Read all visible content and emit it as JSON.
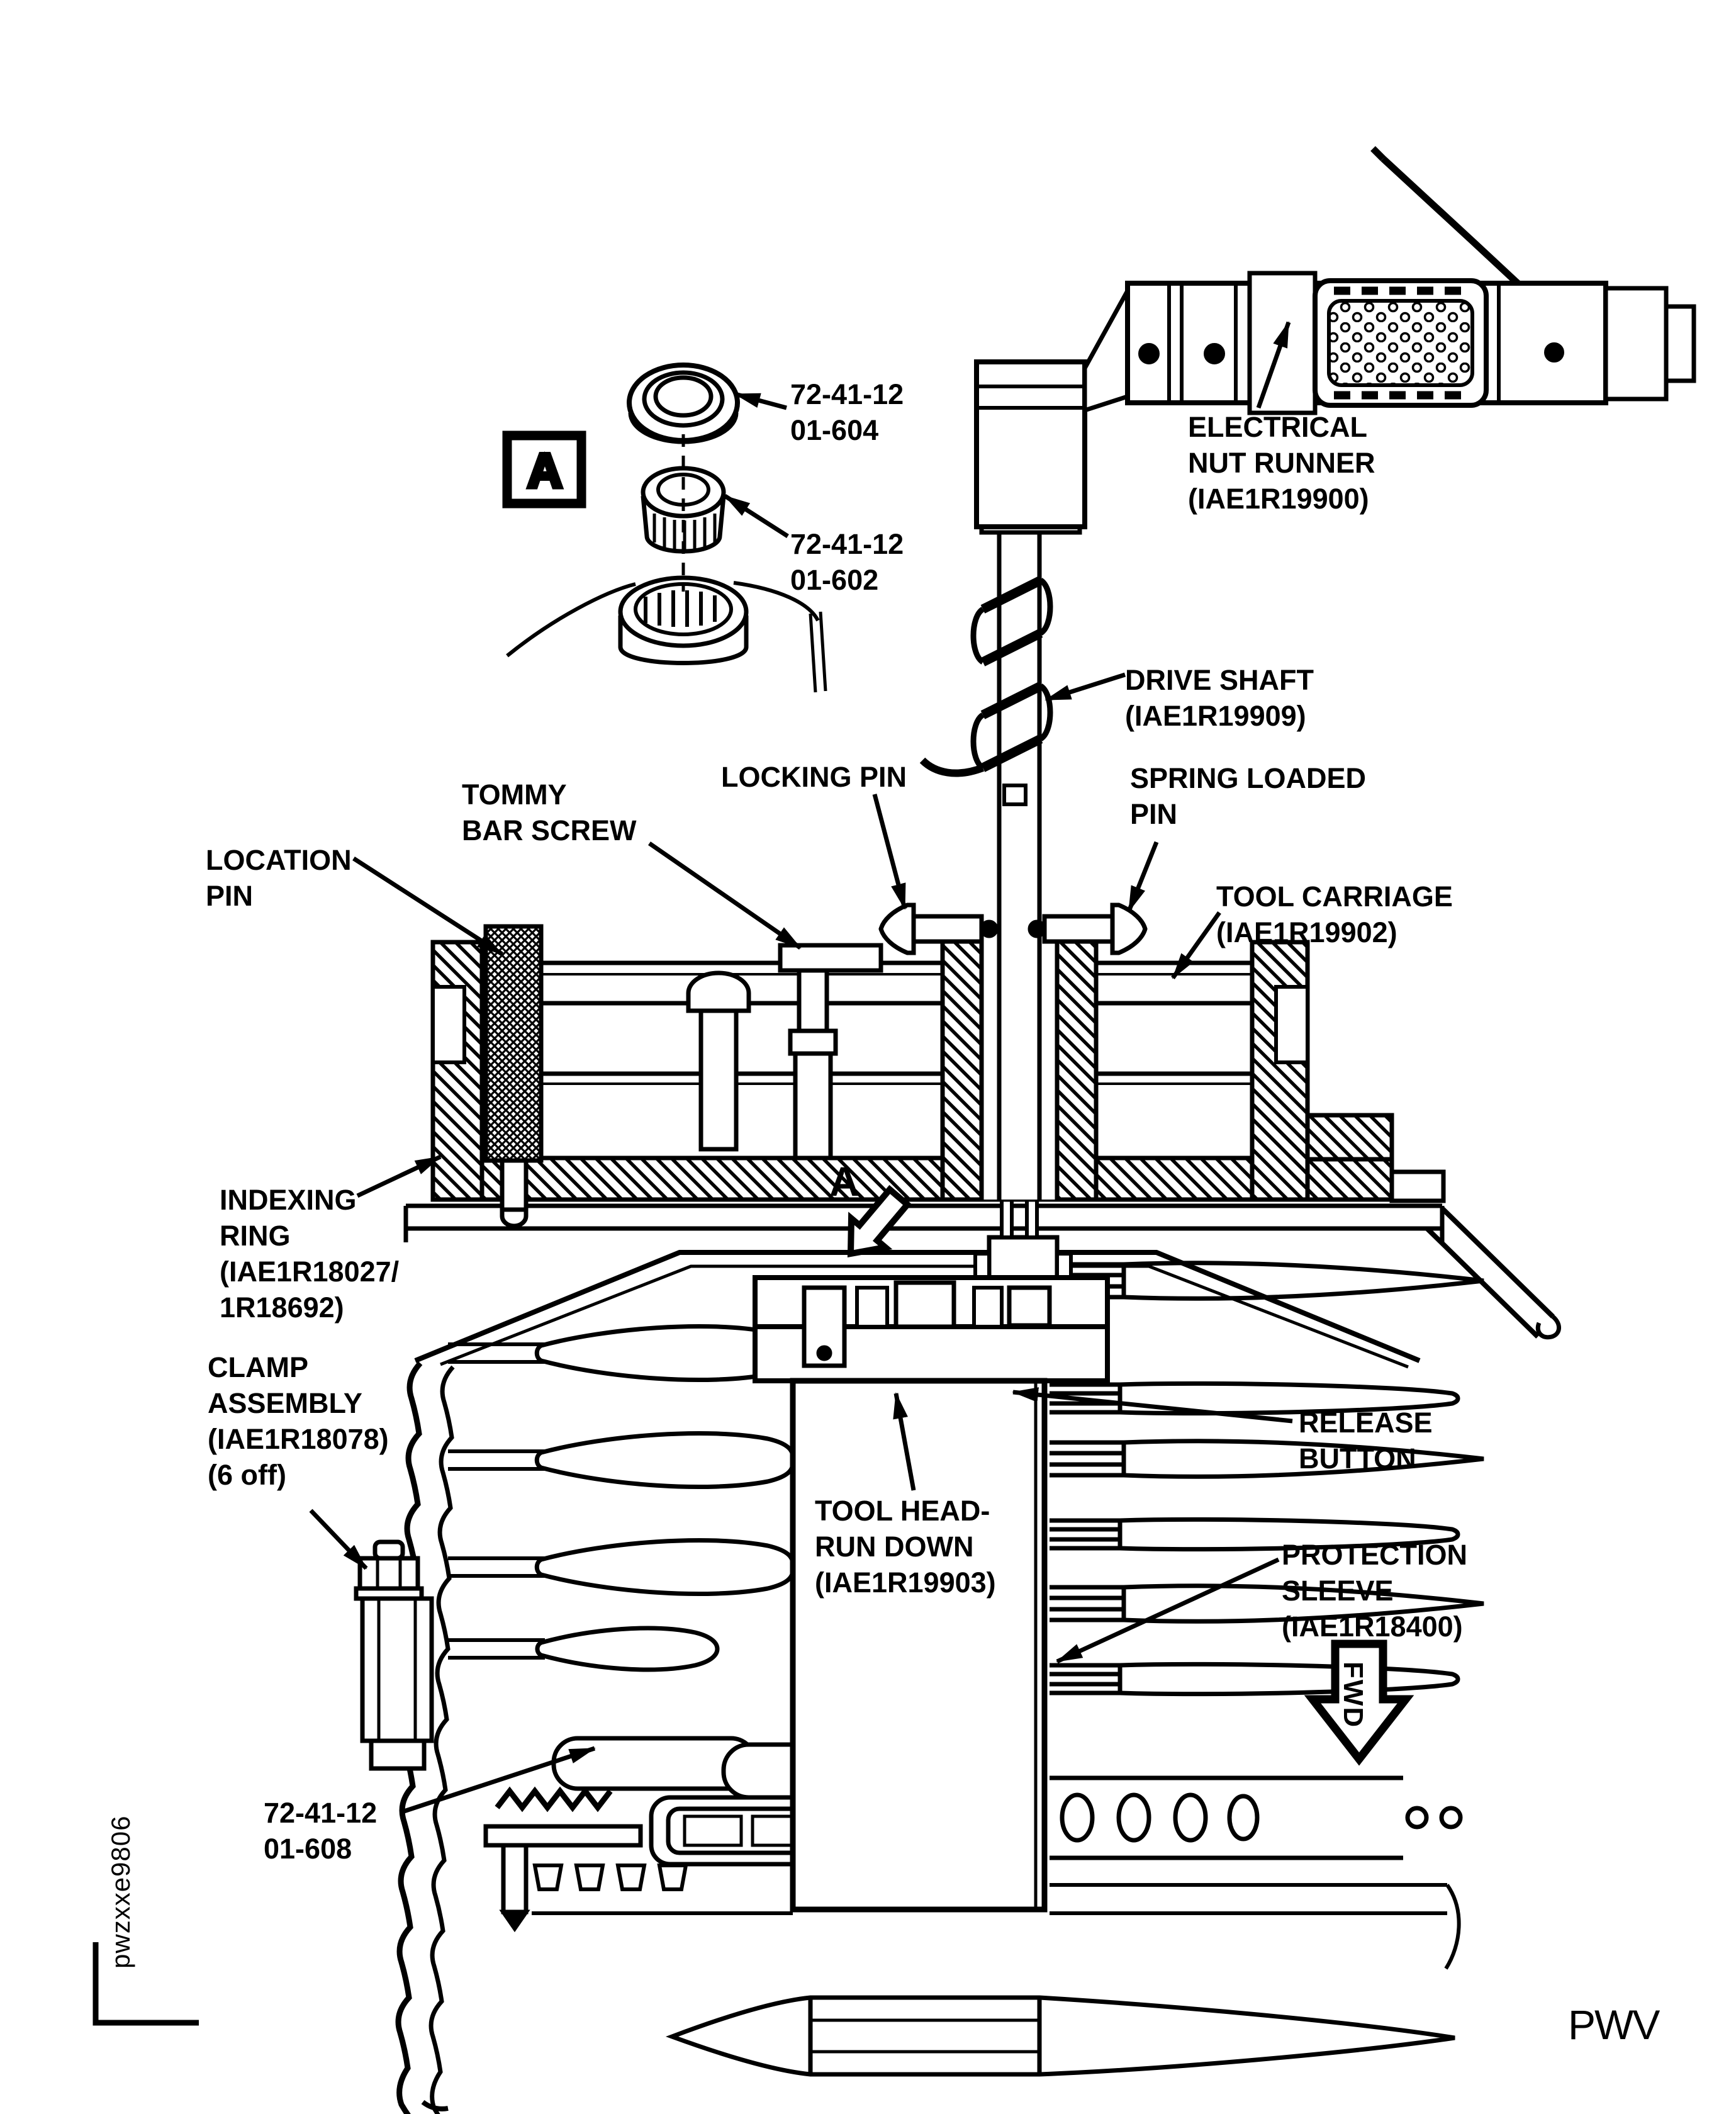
{
  "figure": {
    "detail_box_marker": "A",
    "detail_arrow_marker": "A",
    "fwd_marker": "FWD",
    "figure_code": "pwzxxe9806",
    "footer_right": "PWV"
  },
  "labels": {
    "part_604": {
      "lines": [
        "72-41-12",
        "01-604"
      ]
    },
    "part_602": {
      "lines": [
        "72-41-12",
        "01-602"
      ]
    },
    "electrical_nut_runner": {
      "lines": [
        "ELECTRICAL",
        "NUT RUNNER",
        "(IAE1R19900)"
      ]
    },
    "drive_shaft": {
      "lines": [
        "DRIVE SHAFT",
        "(IAE1R19909)"
      ]
    },
    "tommy_bar_screw": {
      "lines": [
        "TOMMY",
        "BAR SCREW"
      ]
    },
    "locking_pin": {
      "lines": [
        "LOCKING PIN"
      ]
    },
    "spring_loaded_pin": {
      "lines": [
        "SPRING LOADED",
        "PIN"
      ]
    },
    "location_pin": {
      "lines": [
        "LOCATION",
        "PIN"
      ]
    },
    "tool_carriage": {
      "lines": [
        "TOOL CARRIAGE",
        "(IAE1R19902)"
      ]
    },
    "indexing_ring": {
      "lines": [
        "INDEXING",
        "RING",
        "(IAE1R18027/",
        "1R18692)"
      ]
    },
    "clamp_assembly": {
      "lines": [
        "CLAMP",
        "ASSEMBLY",
        "(IAE1R18078)",
        "(6 off)"
      ]
    },
    "tool_head_run_down": {
      "lines": [
        "TOOL HEAD-",
        "RUN DOWN",
        "(IAE1R19903)"
      ]
    },
    "release_button": {
      "lines": [
        "RELEASE",
        "BUTTON"
      ]
    },
    "protection_sleeve": {
      "lines": [
        "PROTECTION",
        "SLEEVE",
        "(IAE1R18400)"
      ]
    },
    "part_608": {
      "lines": [
        "72-41-12",
        "01-608"
      ]
    }
  }
}
